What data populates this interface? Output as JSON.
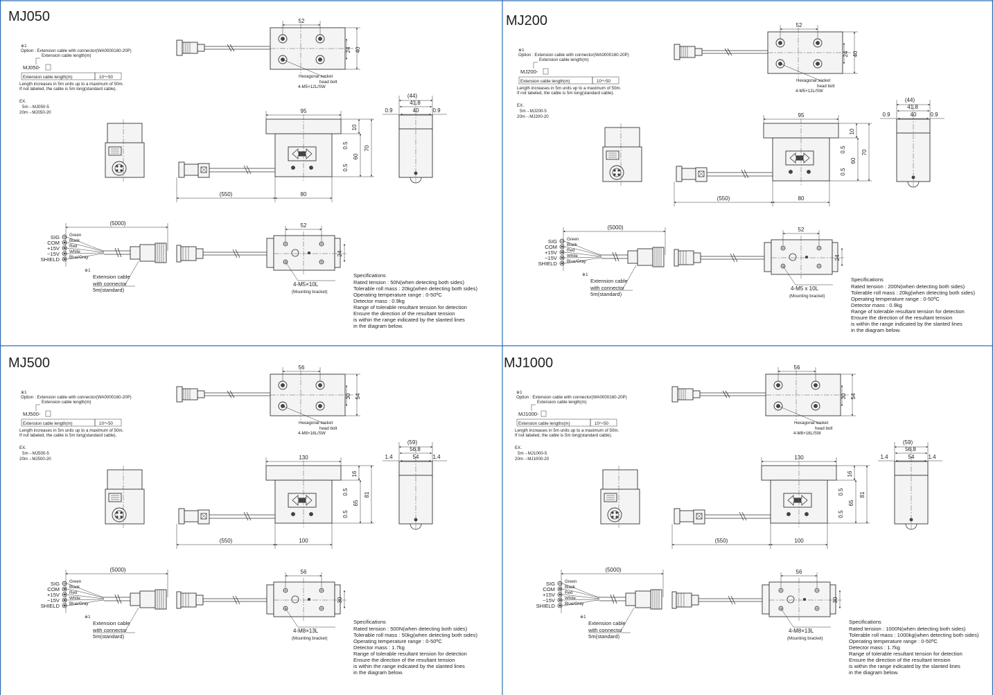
{
  "colors": {
    "frame": "#2f6db5",
    "line": "#333333",
    "background": "#ffffff"
  },
  "panels": [
    {
      "title": "MJ050",
      "opt_line": "Option : Extension cable with connector(WA0000160-20P)",
      "len_label": "Extension  cable  length(m)",
      "model_code": "MJ050-",
      "tbl_label": "Extension  cable  length(m)",
      "tbl_value": "10～50",
      "note1": "Length increases in 5m units up to a maximum of 50m.",
      "note2": "If not labeled, the cable is 5m long(standard cable).",
      "ex": "EX.",
      "ex1": "5m→MJ050-5",
      "ex2": "20m→MJ050-20",
      "top_width": "52",
      "top_h1": "24",
      "top_h2": "40",
      "bolt1": "Hexagonal socket",
      "bolt2": "head bolt",
      "bolt3": "4-M5×12L/SW",
      "front_top": "95",
      "front_bottom": "80",
      "cable_len": "(550)",
      "fh_a": "10",
      "fh_b": "0.5",
      "fh_c": "60",
      "fh_d": "70",
      "fh_e": "0.5",
      "side_a": "(44)",
      "side_b": "41.8",
      "side_c": "40",
      "side_l": "0.9",
      "side_r": "0.9",
      "bot_cable": "(5000)",
      "bot_width": "52",
      "bot_h": "24",
      "mount1": "4-M5×10L",
      "mount2": "(Mounting bracket)",
      "sig": "SIG",
      "com": "COM",
      "p15": "+15V",
      "m15": "−15V",
      "shield": "SHIELD",
      "w_green": "Green",
      "w_black": "Black",
      "w_red": "Red",
      "w_white": "White",
      "w_blue": "Blue/Gray",
      "mark": "※1",
      "ec1": "Extension cable",
      "ec2": "with connector",
      "ec3": "5m(standard)",
      "spec_title": "Specifications",
      "spec1": "Rated tension : 50N(when detecting both sides)",
      "spec2": "Tolerable roll mass : 20kg(when detecting both sides)",
      "spec3": "Operating temperature range : 0-50ºC",
      "spec4": "Detector mass : 0.9kg",
      "spec5": "Range of tolerable resultant tension for detection",
      "spec6": "Ensure the direction of the resultant tension",
      "spec7": "is within the range indicated by the slanted lines",
      "spec8": "in the diagram below."
    },
    {
      "title": "MJ200",
      "opt_line": "Option : Extension cable with connector(WA0000160-20P)",
      "len_label": "Extension  cable  length(m)",
      "model_code": "MJ200-",
      "tbl_label": "Extension  cable  length(m)",
      "tbl_value": "10～50",
      "note1": "Length increases in 5m units up to a maximum of 50m.",
      "note2": "If not labeled, the cable is 5m long(standard cable).",
      "ex": "EX.",
      "ex1": "5m→MJ200-5",
      "ex2": "20m→MJ200-20",
      "top_width": "52",
      "top_h1": "24",
      "top_h2": "40",
      "bolt1": "Hexagonal socket",
      "bolt2": "head bolt",
      "bolt3": "4-M5×12L/SW",
      "front_top": "95",
      "front_bottom": "80",
      "cable_len": "(550)",
      "fh_a": "10",
      "fh_b": "0.5",
      "fh_c": "60",
      "fh_d": "70",
      "fh_e": "0.5",
      "side_a": "(44)",
      "side_b": "41.8",
      "side_c": "40",
      "side_l": "0.9",
      "side_r": "0.9",
      "bot_cable": "(5000)",
      "bot_width": "52",
      "bot_h": "24",
      "mount1": "4-M5 x 10L",
      "mount2": "(Mounting bracket)",
      "sig": "SIG",
      "com": "COM",
      "p15": "+15V",
      "m15": "−15V",
      "shield": "SHIELD",
      "w_green": "Green",
      "w_black": "Black",
      "w_red": "Red",
      "w_white": "White",
      "w_blue": "Blue/Gray",
      "mark": "※1",
      "ec1": "Extension cable",
      "ec2": "with connector",
      "ec3": "5m(standard)",
      "spec_title": "Specifications",
      "spec1": "Rated tension : 200N(when detecting both sides)",
      "spec2": "Tolerable roll mass : 20kg(when detecting both sides)",
      "spec3": "Operating temperature range : 0-50ºC",
      "spec4": "Detector mass : 0.9kg",
      "spec5": "Range of tolerable resultant tension for detection",
      "spec6": "Ensure the direction of the resultant tension",
      "spec7": "is within the range indicated by the slanted lines",
      "spec8": "in the diagram below."
    },
    {
      "title": "MJ500",
      "opt_line": "Option : Extension cable with connector(WA0000160-20P)",
      "len_label": "Extension  cable  length(m)",
      "model_code": "MJ500-",
      "tbl_label": "Extension  cable  length(m)",
      "tbl_value": "10～50",
      "note1": "Length increases in 5m units up to a maximum of 50m.",
      "note2": "If not labeled, the cable is 5m long(standard cable).",
      "ex": "EX.",
      "ex1": "5m→MJ500-5",
      "ex2": "20m→MJ500-20",
      "top_width": "56",
      "top_h1": "30",
      "top_h2": "54",
      "bolt1": "Hexagonal socket",
      "bolt2": "head bolt",
      "bolt3": "4-M8×16L/SW",
      "front_top": "130",
      "front_bottom": "100",
      "cable_len": "(550)",
      "fh_a": "16",
      "fh_b": "0.5",
      "fh_c": "65",
      "fh_d": "81",
      "fh_e": "0.5",
      "side_a": "(59)",
      "side_b": "56.8",
      "side_c": "54",
      "side_l": "1.4",
      "side_r": "1.4",
      "bot_cable": "(5000)",
      "bot_width": "56",
      "bot_h": "30",
      "mount1": "4-M8×13L",
      "mount2": "(Mounting bracket)",
      "sig": "SIG",
      "com": "COM",
      "p15": "+15V",
      "m15": "−15V",
      "shield": "SHIELD",
      "w_green": "Green",
      "w_black": "Black",
      "w_red": "Red",
      "w_white": "White",
      "w_blue": "Blue/Gray",
      "mark": "※1",
      "ec1": "Extension cable",
      "ec2": "with connector",
      "ec3": "5m(standard)",
      "spec_title": "Specifications",
      "spec1": "Rated tension : 500N(when detecting both sides)",
      "spec2": "Tolerable roll mass : 50kg(when detecting both sides)",
      "spec3": "Operating temperature range : 0-50ºC",
      "spec4": "Detector mass : 1.7kg",
      "spec5": "Range of tolerable resultant tension for detection",
      "spec6": "Ensure the direction of the resultant tension",
      "spec7": "is within the range indicated by the slanted lines",
      "spec8": "in the diagram below."
    },
    {
      "title": "MJ1000",
      "opt_line": "Option : Extension cable with connector(WA0000160-20P)",
      "len_label": "Extension  cable  length(m)",
      "model_code": "MJ1000-",
      "tbl_label": "Extension  cable  lengths(m)",
      "tbl_value": "10～50",
      "note1": "Length increases in 5m units up to a maximum of 50m.",
      "note2": "If not labeled, the cable is 5m long(standard cable).",
      "ex": "EX.",
      "ex1": "5m→MJ1000-5",
      "ex2": "20m→MJ1000-20",
      "top_width": "56",
      "top_h1": "30",
      "top_h2": "54",
      "bolt1": "Hexagonal socket",
      "bolt2": "head bolt",
      "bolt3": "4-M8×16L/SW",
      "front_top": "130",
      "front_bottom": "100",
      "cable_len": "(550)",
      "fh_a": "16",
      "fh_b": "0.5",
      "fh_c": "65",
      "fh_d": "81",
      "fh_e": "0.5",
      "side_a": "(59)",
      "side_b": "56.8",
      "side_c": "54",
      "side_l": "1.4",
      "side_r": "1.4",
      "bot_cable": "(5000)",
      "bot_width": "56",
      "bot_h": "30",
      "mount1": "4-M8×13L",
      "mount2": "(Mounting bracket)",
      "sig": "SIG",
      "com": "COM",
      "p15": "+15V",
      "m15": "−15V",
      "shield": "SHIELD",
      "w_green": "Green",
      "w_black": "Black",
      "w_red": "Red",
      "w_white": "White",
      "w_blue": "Blue/Gray",
      "mark": "※1",
      "ec1": "Extension cable",
      "ec2": "with connector",
      "ec3": "5m(standard)",
      "spec_title": "Specifications",
      "spec1": "Rated tension : 1000N(when detecting both sides)",
      "spec2": "Tolerable roll mass : 1000kg(when detecting both sides)",
      "spec3": "Operating temperature range : 0-50ºC",
      "spec4": "Detector mass : 1.7kg",
      "spec5": "Range of tolerable resultant tension for detection",
      "spec6": "Ensure the direction of the resultant tension",
      "spec7": "is within the range indicated by the slanted lines",
      "spec8": "in the diagram below."
    }
  ]
}
